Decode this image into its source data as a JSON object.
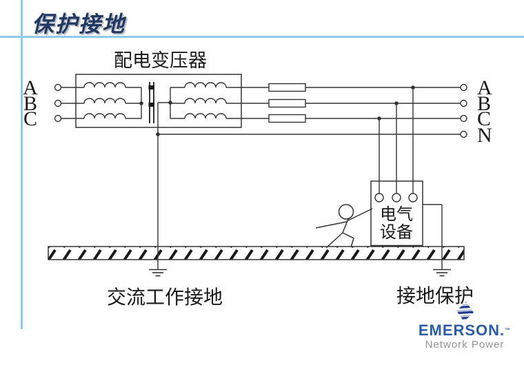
{
  "slide": {
    "title": "保护接地"
  },
  "diagram": {
    "transformer_label": "配电变压器",
    "left_terminals": [
      "A",
      "B",
      "C"
    ],
    "right_terminals": [
      "A",
      "B",
      "C",
      "N"
    ],
    "equipment_label_line1": "电气",
    "equipment_label_line2": "设备",
    "working_ground_label": "交流工作接地",
    "protective_ground_label": "接地保护"
  },
  "logo": {
    "brand": "EMERSON.",
    "trademark": "™",
    "subtitle": "Network Power"
  },
  "colors": {
    "accent_blue": "#8FC9E8",
    "title_navy": "#1F3864",
    "line_color": "#333333",
    "emerson_blue": "#2B5CA8",
    "logo_gray": "#8F9496"
  }
}
